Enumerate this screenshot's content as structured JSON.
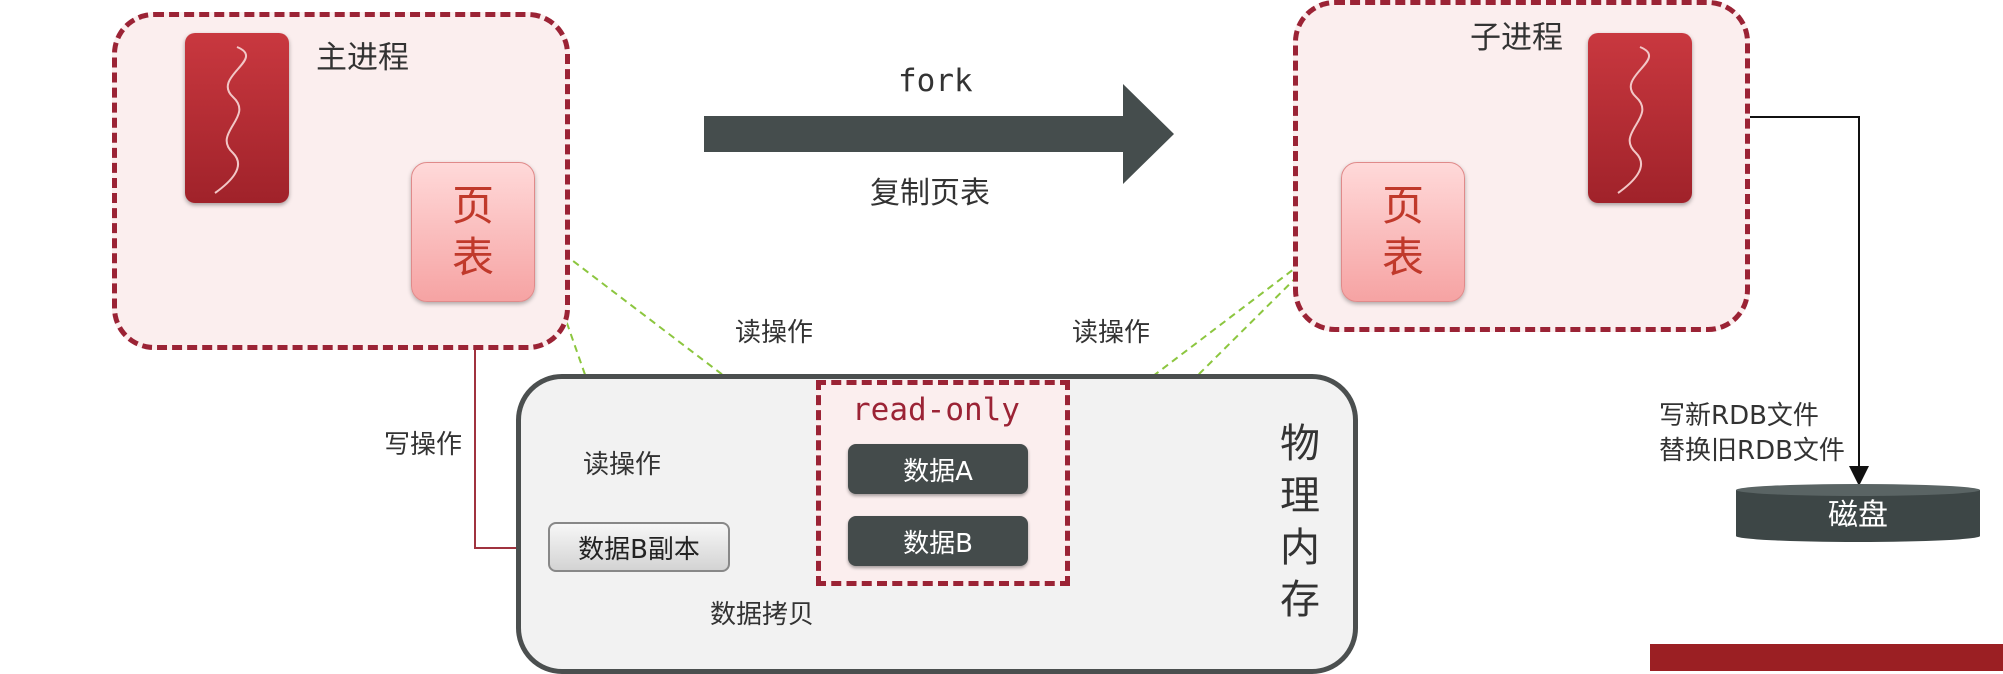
{
  "main_process": {
    "title": "主进程",
    "page_table_label": "页表"
  },
  "child_process": {
    "title": "子进程",
    "page_table_label": "页表"
  },
  "fork_arrow": {
    "top_label": "fork",
    "bottom_label": "复制页表"
  },
  "labels": {
    "read_op_left": "读操作",
    "read_op_right": "读操作",
    "read_op_inner": "读操作",
    "write_op": "写操作",
    "data_copy_op": "数据拷贝",
    "disk_write_line1": "写新RDB文件",
    "disk_write_line2": "替换旧RDB文件"
  },
  "physical_memory": {
    "title": "物理内存",
    "read_only_label": "read-only",
    "data_a": "数据A",
    "data_b": "数据B",
    "data_b_copy": "数据B副本"
  },
  "disk": {
    "label": "磁盘"
  },
  "colors": {
    "process_border": "#9b2335",
    "process_fill": "#fbeeee",
    "arrow_dark": "#454d4d",
    "read_arrow": "#8cc63f",
    "write_arrow": "#a0333f"
  }
}
